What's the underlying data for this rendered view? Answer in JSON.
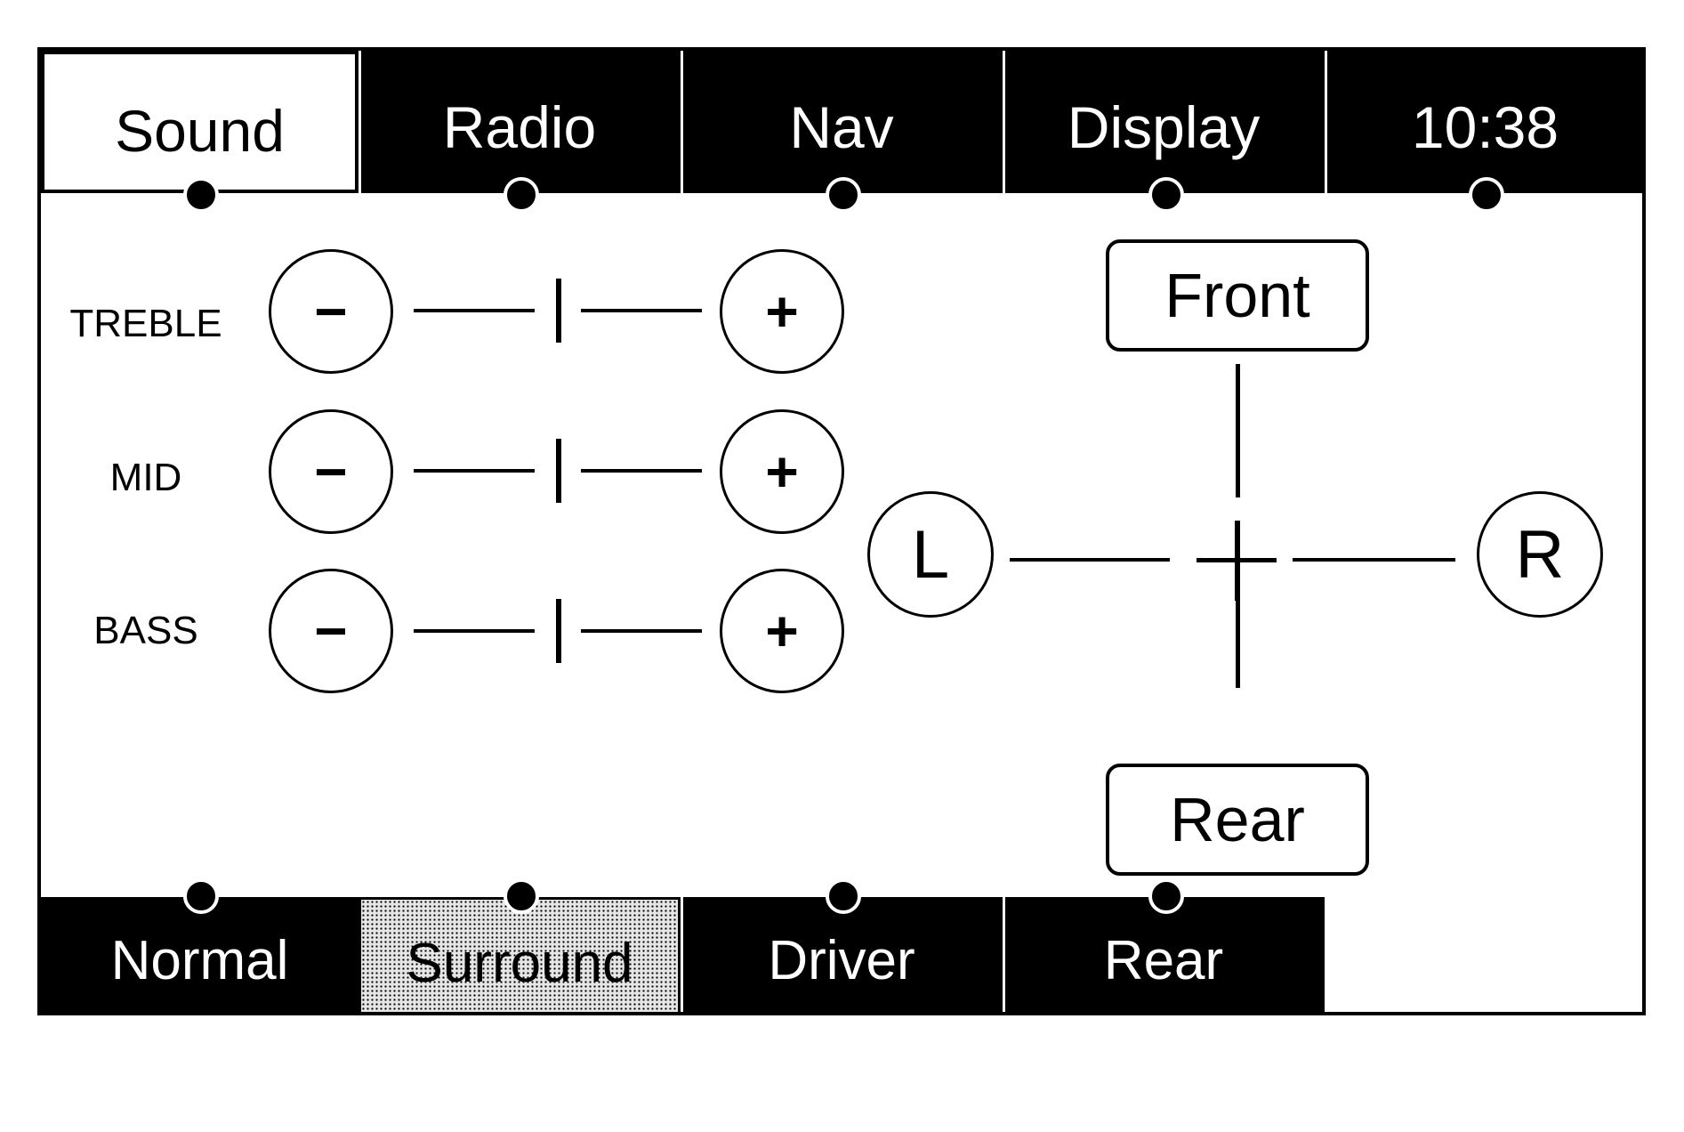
{
  "top_tabs": [
    {
      "label": "Sound",
      "selected": true
    },
    {
      "label": "Radio",
      "selected": false
    },
    {
      "label": "Nav",
      "selected": false
    },
    {
      "label": "Display",
      "selected": false
    }
  ],
  "clock": "10:38",
  "tone": {
    "treble": {
      "label": "TREBLE",
      "minus": "−",
      "plus": "+"
    },
    "mid": {
      "label": "MID",
      "minus": "−",
      "plus": "+"
    },
    "bass": {
      "label": "BASS",
      "minus": "−",
      "plus": "+"
    }
  },
  "balance_fade": {
    "front": "Front",
    "rear": "Rear",
    "left": "L",
    "right": "R"
  },
  "bottom_tabs": [
    {
      "label": "Normal",
      "selected": false
    },
    {
      "label": "Surround",
      "selected": true
    },
    {
      "label": "Driver",
      "selected": false
    },
    {
      "label": "Rear",
      "selected": false
    }
  ],
  "colors": {
    "foreground": "#000000",
    "background": "#ffffff"
  }
}
